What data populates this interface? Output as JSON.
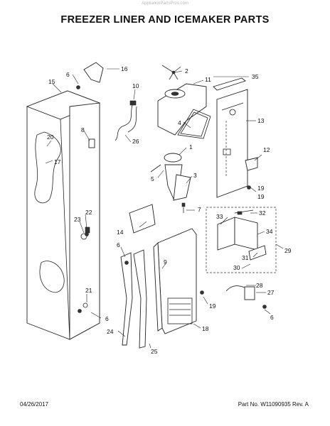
{
  "watermark": "AppliancePartsPros.com",
  "title": "FREEZER LINER AND ICEMAKER PARTS",
  "footer": {
    "date": "04/26/2017",
    "part_number": "Part No. W11090935  Rev. A"
  },
  "callouts": [
    "1",
    "2",
    "3",
    "4",
    "5",
    "6",
    "7",
    "8",
    "9",
    "10",
    "11",
    "12",
    "13",
    "14",
    "15",
    "16",
    "17",
    "18",
    "19",
    "20",
    "21",
    "22",
    "23",
    "24",
    "25",
    "26",
    "27",
    "28",
    "29",
    "30",
    "31",
    "32",
    "33",
    "34",
    "35"
  ],
  "callouts_repeat": [
    "6",
    "6",
    "6",
    "19",
    "19"
  ]
}
